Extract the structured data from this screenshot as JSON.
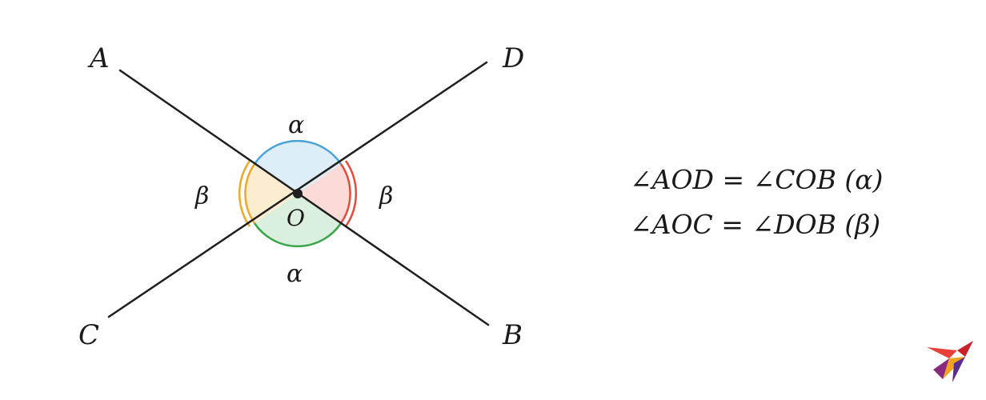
{
  "points": {
    "A": "A",
    "B": "B",
    "C": "C",
    "D": "D",
    "O": "O"
  },
  "angles": {
    "top": "α",
    "bottom": "α",
    "left": "β",
    "right": "β"
  },
  "equations": [
    "∠AOD = ∠COB (α)",
    "∠AOC = ∠DOB (β)"
  ],
  "colors": {
    "line": "#1f1f1f",
    "alpha_top": "#4aa3d8",
    "alpha_bottom": "#3aa64a",
    "beta_left": "#f0a82a",
    "beta_right": "#e84b3c"
  },
  "logo": {
    "icon": "bird-logo-icon"
  }
}
